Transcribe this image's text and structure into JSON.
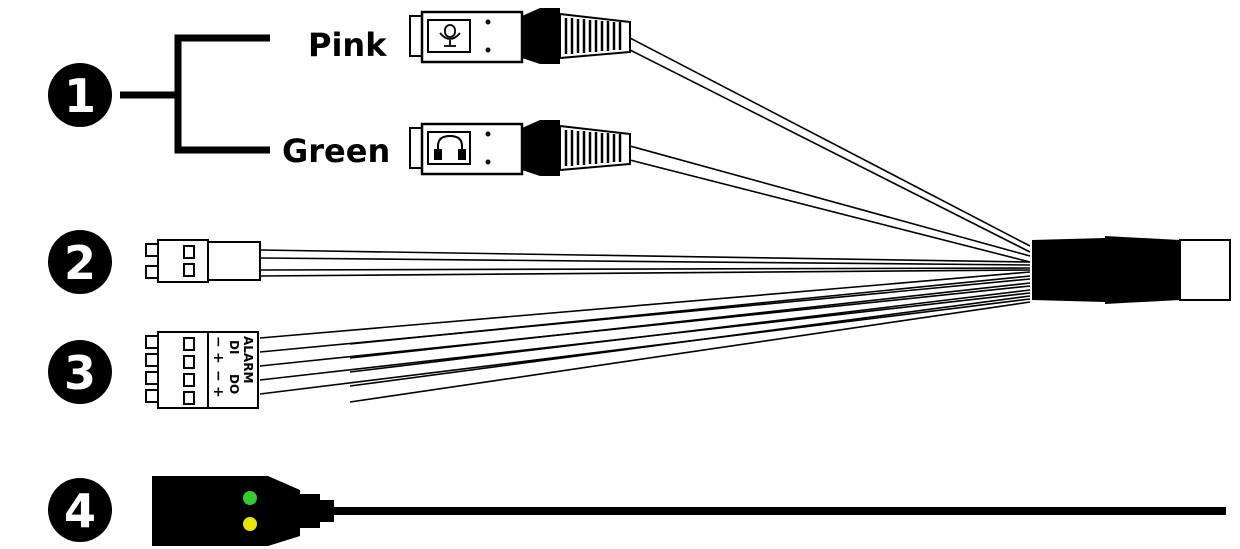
{
  "badges": {
    "one": "1",
    "two": "2",
    "three": "3",
    "four": "4"
  },
  "audio": {
    "pink_label": "Pink",
    "green_label": "Green",
    "mic_icon": "microphone-icon",
    "headphone_icon": "headphone-icon"
  },
  "alarm_block": {
    "title": "ALARM",
    "di_label": "DI",
    "do_label": "DO",
    "minus": "−",
    "plus": "+"
  },
  "led_colors": {
    "top": "#33cc33",
    "bottom": "#e6e600"
  }
}
